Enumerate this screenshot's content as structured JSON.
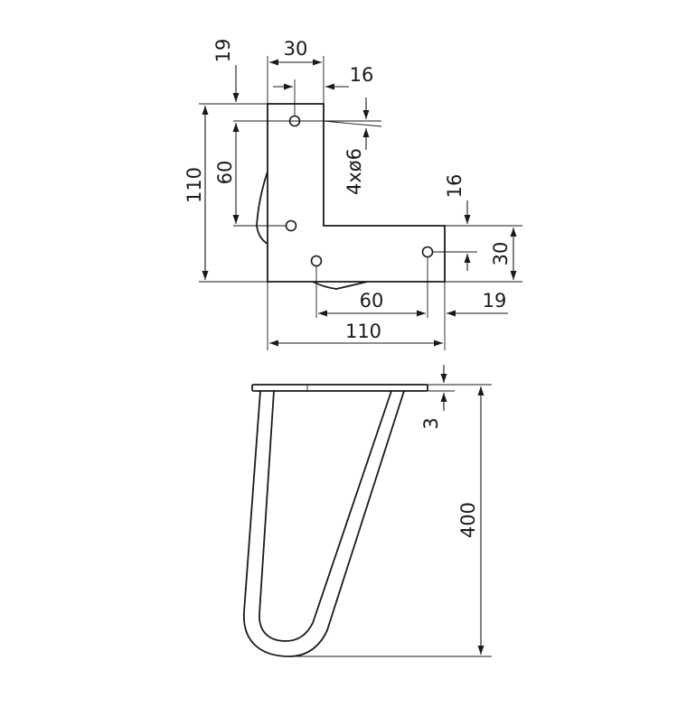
{
  "bracket_dims": {
    "top_edge": "19",
    "tab_width": "30",
    "hole_inset": "16",
    "hole_spacing_v": "60",
    "total_height": "110",
    "holes": "4xø6",
    "foot_inset": "16",
    "foot_height": "30",
    "hole_spacing_h": "60",
    "side_edge": "19",
    "total_width": "110"
  },
  "leg_dims": {
    "plate_thickness": "3",
    "leg_height": "400"
  }
}
